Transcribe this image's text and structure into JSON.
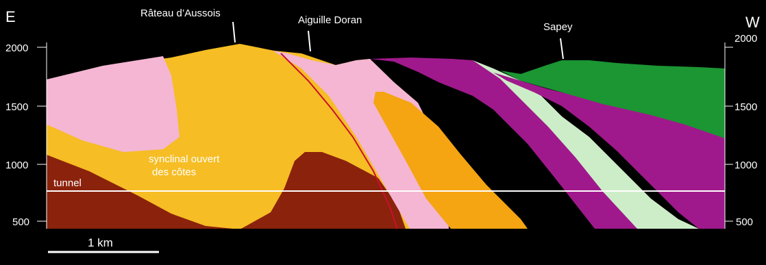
{
  "orientation": {
    "east": "E",
    "west": "W"
  },
  "peaks": [
    {
      "id": "rateau",
      "label": "Râteau d’Aussois"
    },
    {
      "id": "aiguille",
      "label": "Aiguille Doran"
    },
    {
      "id": "sapey",
      "label": "Sapey"
    }
  ],
  "left_axis": {
    "ticks": [
      "2000",
      "1500",
      "1000",
      "500"
    ]
  },
  "right_axis": {
    "ticks": [
      "2000",
      "1500",
      "1000",
      "500"
    ]
  },
  "annotations": {
    "syncline_line1": "synclinal ouvert",
    "syncline_line2": "des côtes",
    "tunnel": "tunnel"
  },
  "scale_bar": {
    "label": "1 km"
  },
  "colors": {
    "background": "#000000",
    "light_pink": "#f4b6d2",
    "yellow": "#f6bd24",
    "brown": "#8b220c",
    "orange": "#f5a412",
    "purple": "#a0198c",
    "pale_green": "#cdedc8",
    "green": "#1b9633",
    "fault_red": "#c8102e",
    "tunnel_line": "#ffffff"
  }
}
